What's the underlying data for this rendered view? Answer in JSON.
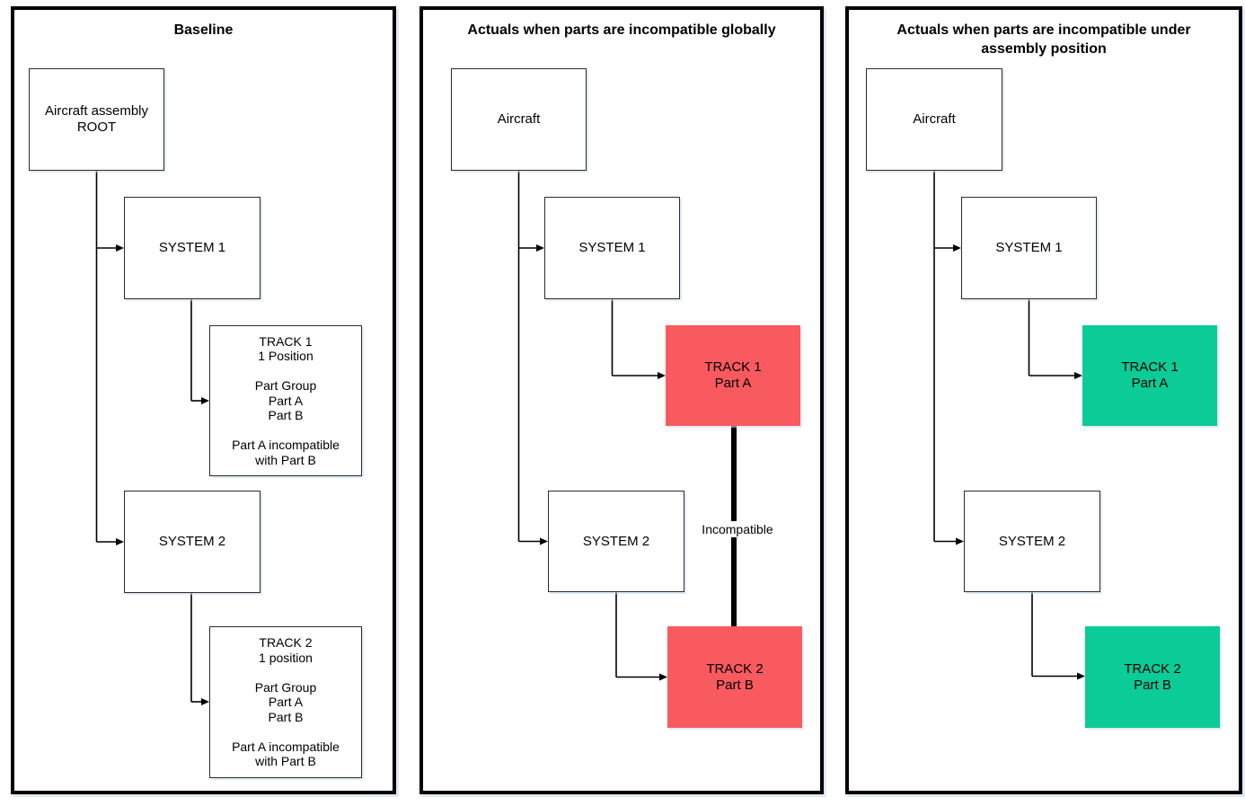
{
  "colors": {
    "incompatible_red": "#F95A5F",
    "compatible_green": "#0BCB97",
    "connector_black": "#000000",
    "box_border": "#2b2b2b",
    "background": "#ffffff"
  },
  "panels": [
    {
      "title": "Baseline",
      "nodes": {
        "root": "Aircraft assembly\nROOT",
        "system1": "SYSTEM 1",
        "track1": "TRACK 1\n1 Position\n\nPart Group\nPart A\nPart B\n\nPart A incompatible\nwith Part B",
        "system2": "SYSTEM 2",
        "track2": "TRACK 2\n1 position\n\nPart Group\nPart A\nPart B\n\nPart A incompatible\nwith Part B"
      }
    },
    {
      "title": "Actuals when parts are incompatible globally",
      "nodes": {
        "root": "Aircraft",
        "system1": "SYSTEM 1",
        "track1": "TRACK 1\nPart A",
        "system2": "SYSTEM 2",
        "track2": "TRACK 2\nPart B"
      },
      "edge_label": "Incompatible"
    },
    {
      "title": "Actuals when parts are incompatible under assembly position",
      "nodes": {
        "root": "Aircraft",
        "system1": "SYSTEM 1",
        "track1": "TRACK 1\nPart A",
        "system2": "SYSTEM 2",
        "track2": "TRACK 2\nPart B"
      }
    }
  ]
}
